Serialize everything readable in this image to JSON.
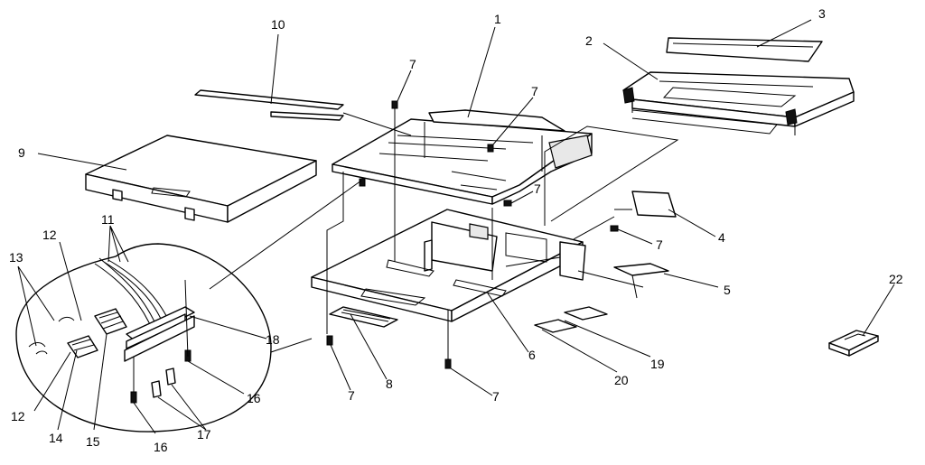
{
  "callouts": {
    "c1": "1",
    "c2": "2",
    "c3": "3",
    "c4": "4",
    "c5": "5",
    "c6": "6",
    "c7": "7",
    "c8": "8",
    "c9": "9",
    "c10": "10",
    "c11": "11",
    "c12": "12",
    "c13": "13",
    "c14": "14",
    "c15": "15",
    "c16": "16",
    "c17": "17",
    "c18": "18",
    "c19": "19",
    "c20": "20",
    "c22": "22"
  }
}
